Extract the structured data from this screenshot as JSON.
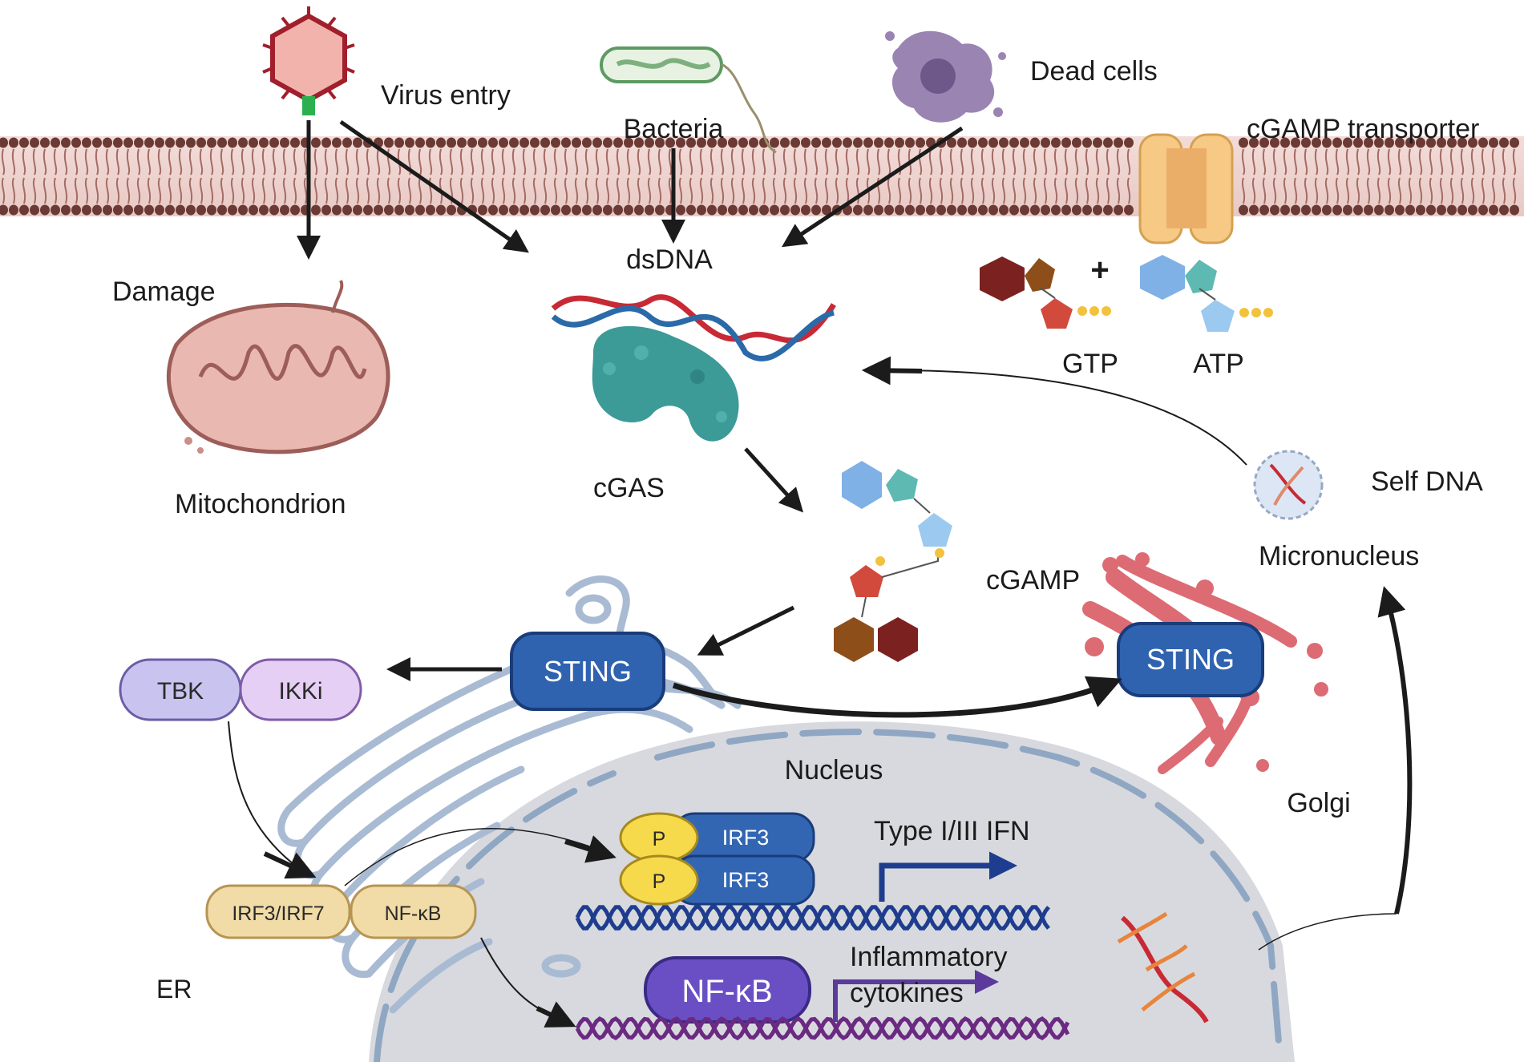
{
  "labels": {
    "virus_entry": "Virus entry",
    "bacteria": "Bacteria",
    "dead_cells": "Dead cells",
    "cgamp_transporter": "cGAMP transporter",
    "damage": "Damage",
    "dsdna": "dsDNA",
    "gtp": "GTP",
    "atp": "ATP",
    "plus": "+",
    "mitochondrion": "Mitochondrion",
    "cgas": "cGAS",
    "cgamp": "cGAMP",
    "self_dna": "Self DNA",
    "micronucleus": "Micronucleus",
    "sting_er": "STING",
    "sting_golgi": "STING",
    "tbk": "TBK",
    "ikki": "IKKi",
    "nucleus": "Nucleus",
    "golgi": "Golgi",
    "p1": "P",
    "p2": "P",
    "irf3_top": "IRF3",
    "irf3_bottom": "IRF3",
    "type_ifn": "Type I/III IFN",
    "irf3_irf7": "IRF3/IRF7",
    "nfkb_cyto": "NF-κB",
    "nfkb_nuc": "NF-κB",
    "inflammatory": "Inflammatory",
    "cytokines": "cytokines",
    "er": "ER"
  },
  "colors": {
    "membrane": "#c99a94",
    "membrane_head": "#6b3a35",
    "sting": "#2f63b0",
    "tbk": "#c9c4ef",
    "ikki": "#e6cff4",
    "irf3": "#3266b3",
    "phospho": "#f7d94c",
    "tf_beige": "#f1dba6",
    "nfkb_nuc": "#6a4fc4",
    "nucleus": "#d9dade",
    "golgi": "#dd6b73",
    "cgas": "#3c9a97",
    "dna_red": "#c82a35",
    "dna_blue": "#2b6aa8"
  }
}
